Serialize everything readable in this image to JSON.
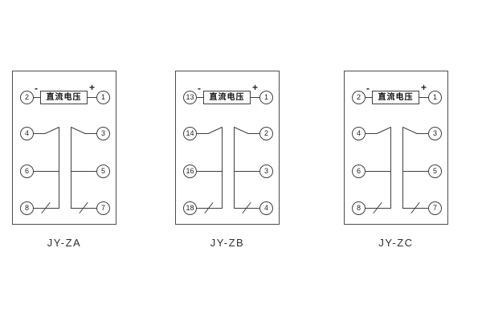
{
  "figure": {
    "background_color": "#ffffff",
    "line_color": "#4d4d4d"
  },
  "panels": [
    {
      "caption": "JY-ZA",
      "power_box_label": "直流电压",
      "minus_sign": "-",
      "plus_sign": "+",
      "top_left_terminal": "2",
      "top_right_terminal": "1",
      "left_terminals": [
        "4",
        "6",
        "8"
      ],
      "right_terminals": [
        "3",
        "5",
        "7"
      ]
    },
    {
      "caption": "JY-ZB",
      "power_box_label": "直流电压",
      "minus_sign": "-",
      "plus_sign": "+",
      "top_left_terminal": "13",
      "top_right_terminal": "1",
      "left_terminals": [
        "14",
        "16",
        "18"
      ],
      "right_terminals": [
        "2",
        "3",
        "4"
      ]
    },
    {
      "caption": "JY-ZC",
      "power_box_label": "直流电压",
      "minus_sign": "-",
      "plus_sign": "+",
      "top_left_terminal": "2",
      "top_right_terminal": "1",
      "left_terminals": [
        "4",
        "6",
        "8"
      ],
      "right_terminals": [
        "3",
        "5",
        "7"
      ]
    }
  ]
}
